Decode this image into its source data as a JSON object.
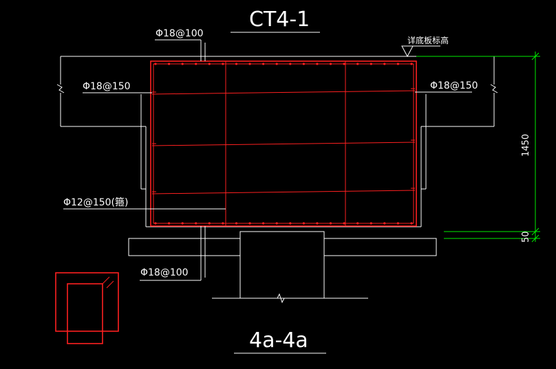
{
  "title": "CT4-1",
  "section_label": "4a-4a",
  "labels": {
    "top_bar": "Φ18@100",
    "left_bar": "Φ18@150",
    "right_bar": "Φ18@150",
    "stirrup": "Φ12@150(箍)",
    "bottom_bar": "Φ18@100",
    "elevation_note": "详底板标高"
  },
  "dimensions": {
    "height_main": "1450",
    "height_small": "50"
  },
  "colors": {
    "background": "#000000",
    "lines": "#ffffff",
    "rebar": "#ff2020",
    "dimension": "#00ee00"
  }
}
